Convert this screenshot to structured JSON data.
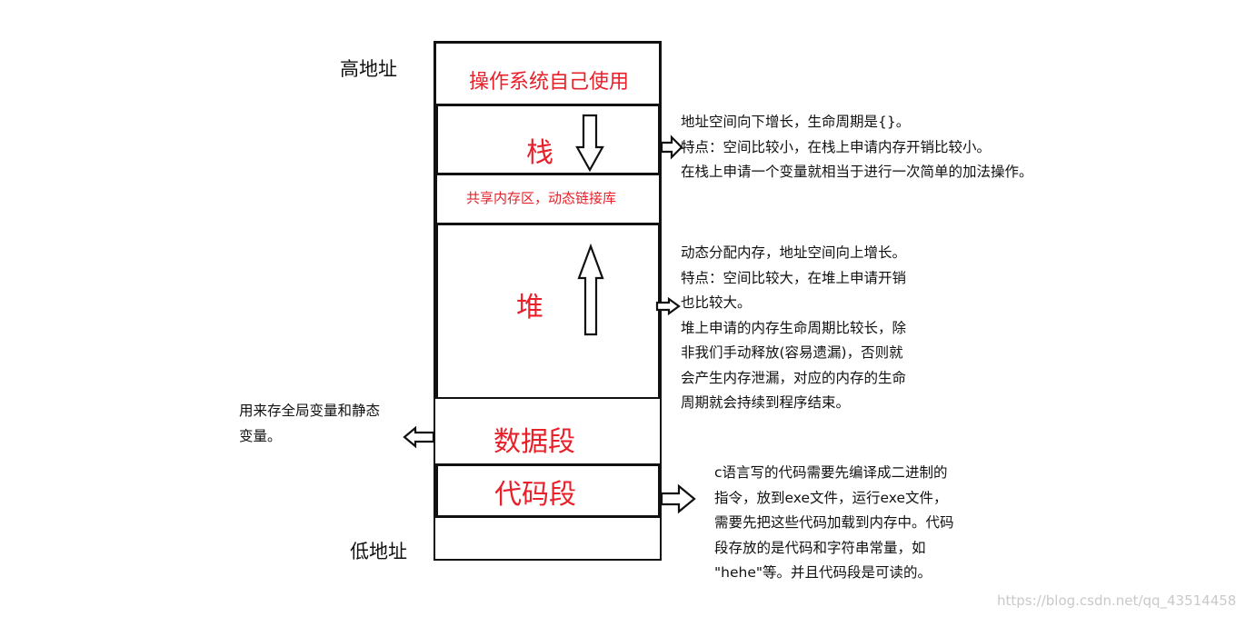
{
  "addresses": {
    "high": "高地址",
    "low": "低地址"
  },
  "segments": {
    "os": "操作系统自己使用",
    "stack": "栈",
    "shared": "共享内存区，动态链接库",
    "heap": "堆",
    "data": "数据段",
    "code": "代码段"
  },
  "notes": {
    "stack": [
      "地址空间向下增长，生命周期是{}。",
      "特点：空间比较小，在栈上申请内存开销比较小。",
      "在栈上申请一个变量就相当于进行一次简单的加法操作。"
    ],
    "heap": [
      "动态分配内存，地址空间向上增长。",
      "特点：空间比较大，在堆上申请开销",
      "也比较大。",
      "堆上申请的内存生命周期比较长，除",
      "非我们手动释放(容易遗漏)，否则就",
      "会产生内存泄漏，对应的内存的生命",
      "周期就会持续到程序结束。"
    ],
    "data": [
      "用来存全局变量和静态",
      "变量。"
    ],
    "code": [
      "c语言写的代码需要先编译成二进制的",
      "指令，放到exe文件，运行exe文件，",
      "需要先把这些代码加载到内存中。代码",
      "段存放的是代码和字符串常量，如",
      "\"hehe\"等。并且代码段是可读的。"
    ]
  },
  "watermark": "https://blog.csdn.net/qq_43514458",
  "colors": {
    "segment_text": "#e8202a",
    "border": "#111111",
    "note_text": "#111111",
    "watermark": "#c9c9c9"
  }
}
